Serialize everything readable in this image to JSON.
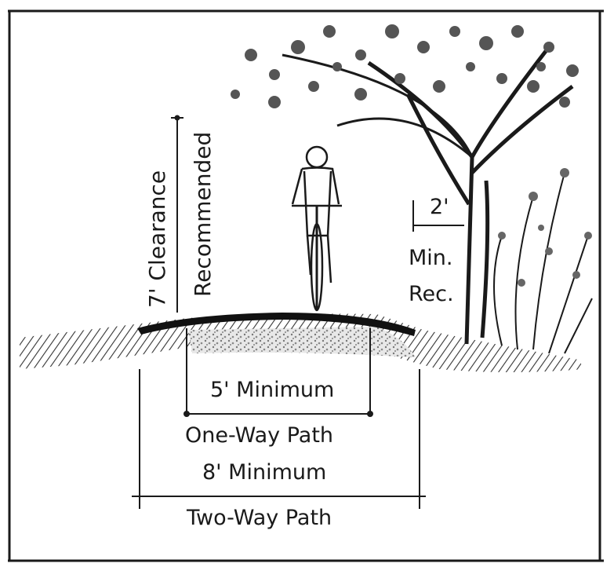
{
  "labels": {
    "clearance_line1": "7' Clearance",
    "clearance_line2": "Recommended",
    "side_offset": "2'",
    "side_min": "Min.",
    "side_rec": "Rec.",
    "one_way_width": "5' Minimum",
    "one_way_caption": "One-Way Path",
    "two_way_width": "8' Minimum",
    "two_way_caption": "Two-Way Path"
  },
  "colors": {
    "ink": "#1a1a1a",
    "ground_hatch": "#333333",
    "pavement": "#111111",
    "background": "#ffffff"
  }
}
